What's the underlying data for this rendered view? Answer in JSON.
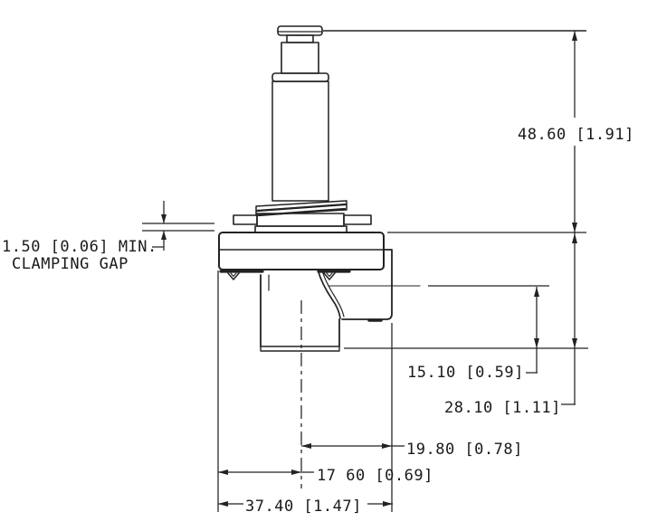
{
  "drawing": {
    "type": "technical-dimension-drawing",
    "view": "side-elevation-solenoid-valve",
    "dims": {
      "total_height": "48.60 [1.91]",
      "min_clamping_gap": "1.50 [0.06] MIN.",
      "min_clamping_gap_label": "CLAMPING GAP",
      "dim_15_10": "15.10 [0.59]",
      "dim_28_10": "28.10 [1.11]",
      "dim_19_80": "19.80 [0.78]",
      "dim_17_60": "17 60 [0.69]",
      "dim_37_40": "37.40 [1.47]"
    },
    "colors": {
      "line": "#222222",
      "text": "#1a1a1a",
      "background": "#ffffff"
    }
  }
}
